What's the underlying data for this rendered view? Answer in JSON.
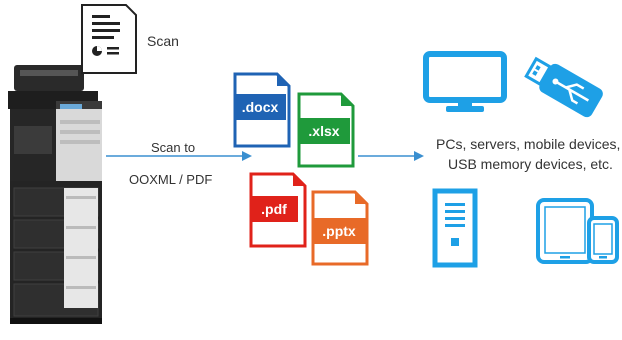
{
  "labels": {
    "scan": "Scan",
    "scan_to_line1": "Scan to",
    "scan_to_line2": "OOXML / PDF",
    "destinations_line1": "PCs, servers, mobile devices,",
    "destinations_line2": "USB memory devices, etc."
  },
  "files": [
    {
      "ext": ".docx",
      "color": "#1f63b4"
    },
    {
      "ext": ".xlsx",
      "color": "#1f9a3b"
    },
    {
      "ext": ".pdf",
      "color": "#e0221a"
    },
    {
      "ext": ".pptx",
      "color": "#e86a28"
    }
  ],
  "icons": {
    "accent_color": "#1ea0e6",
    "items": [
      "scanned-document-icon",
      "mfp-printer-icon",
      "monitor-icon",
      "usb-drive-icon",
      "server-tower-icon",
      "tablet-phone-icon"
    ]
  },
  "colors": {
    "arrow": "#3a8fd0",
    "text": "#333333"
  }
}
